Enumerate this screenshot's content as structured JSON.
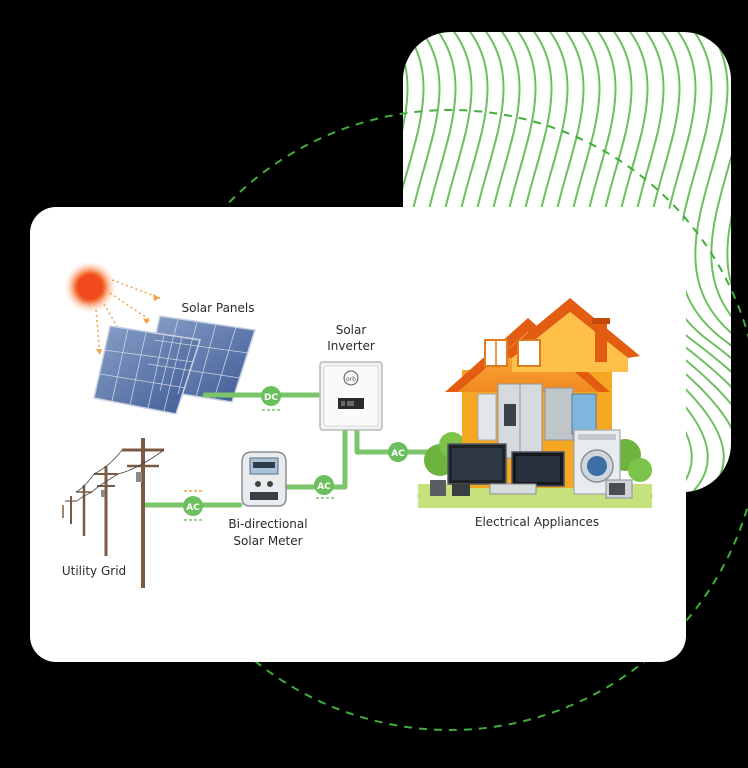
{
  "colors": {
    "background": "#000000",
    "card": "#ffffff",
    "accent_green": "#6cbf5e",
    "connector_green": "#7ac46a",
    "sun": "#f05a28",
    "arrow_orange": "#f5a04a",
    "text": "#2b2b2b"
  },
  "labels": {
    "solar_panels": "Solar Panels",
    "solar_inverter_line1": "Solar",
    "solar_inverter_line2": "Inverter",
    "bidirectional_line1": "Bi-directional",
    "bidirectional_line2": "Solar Meter",
    "utility_grid": "Utility Grid",
    "electrical_appliances": "Electrical Appliances"
  },
  "badges": {
    "dc": "DC",
    "ac_grid": "AC",
    "ac_meter": "AC",
    "ac_inverter": "AC"
  },
  "inverter_logo": "orb"
}
